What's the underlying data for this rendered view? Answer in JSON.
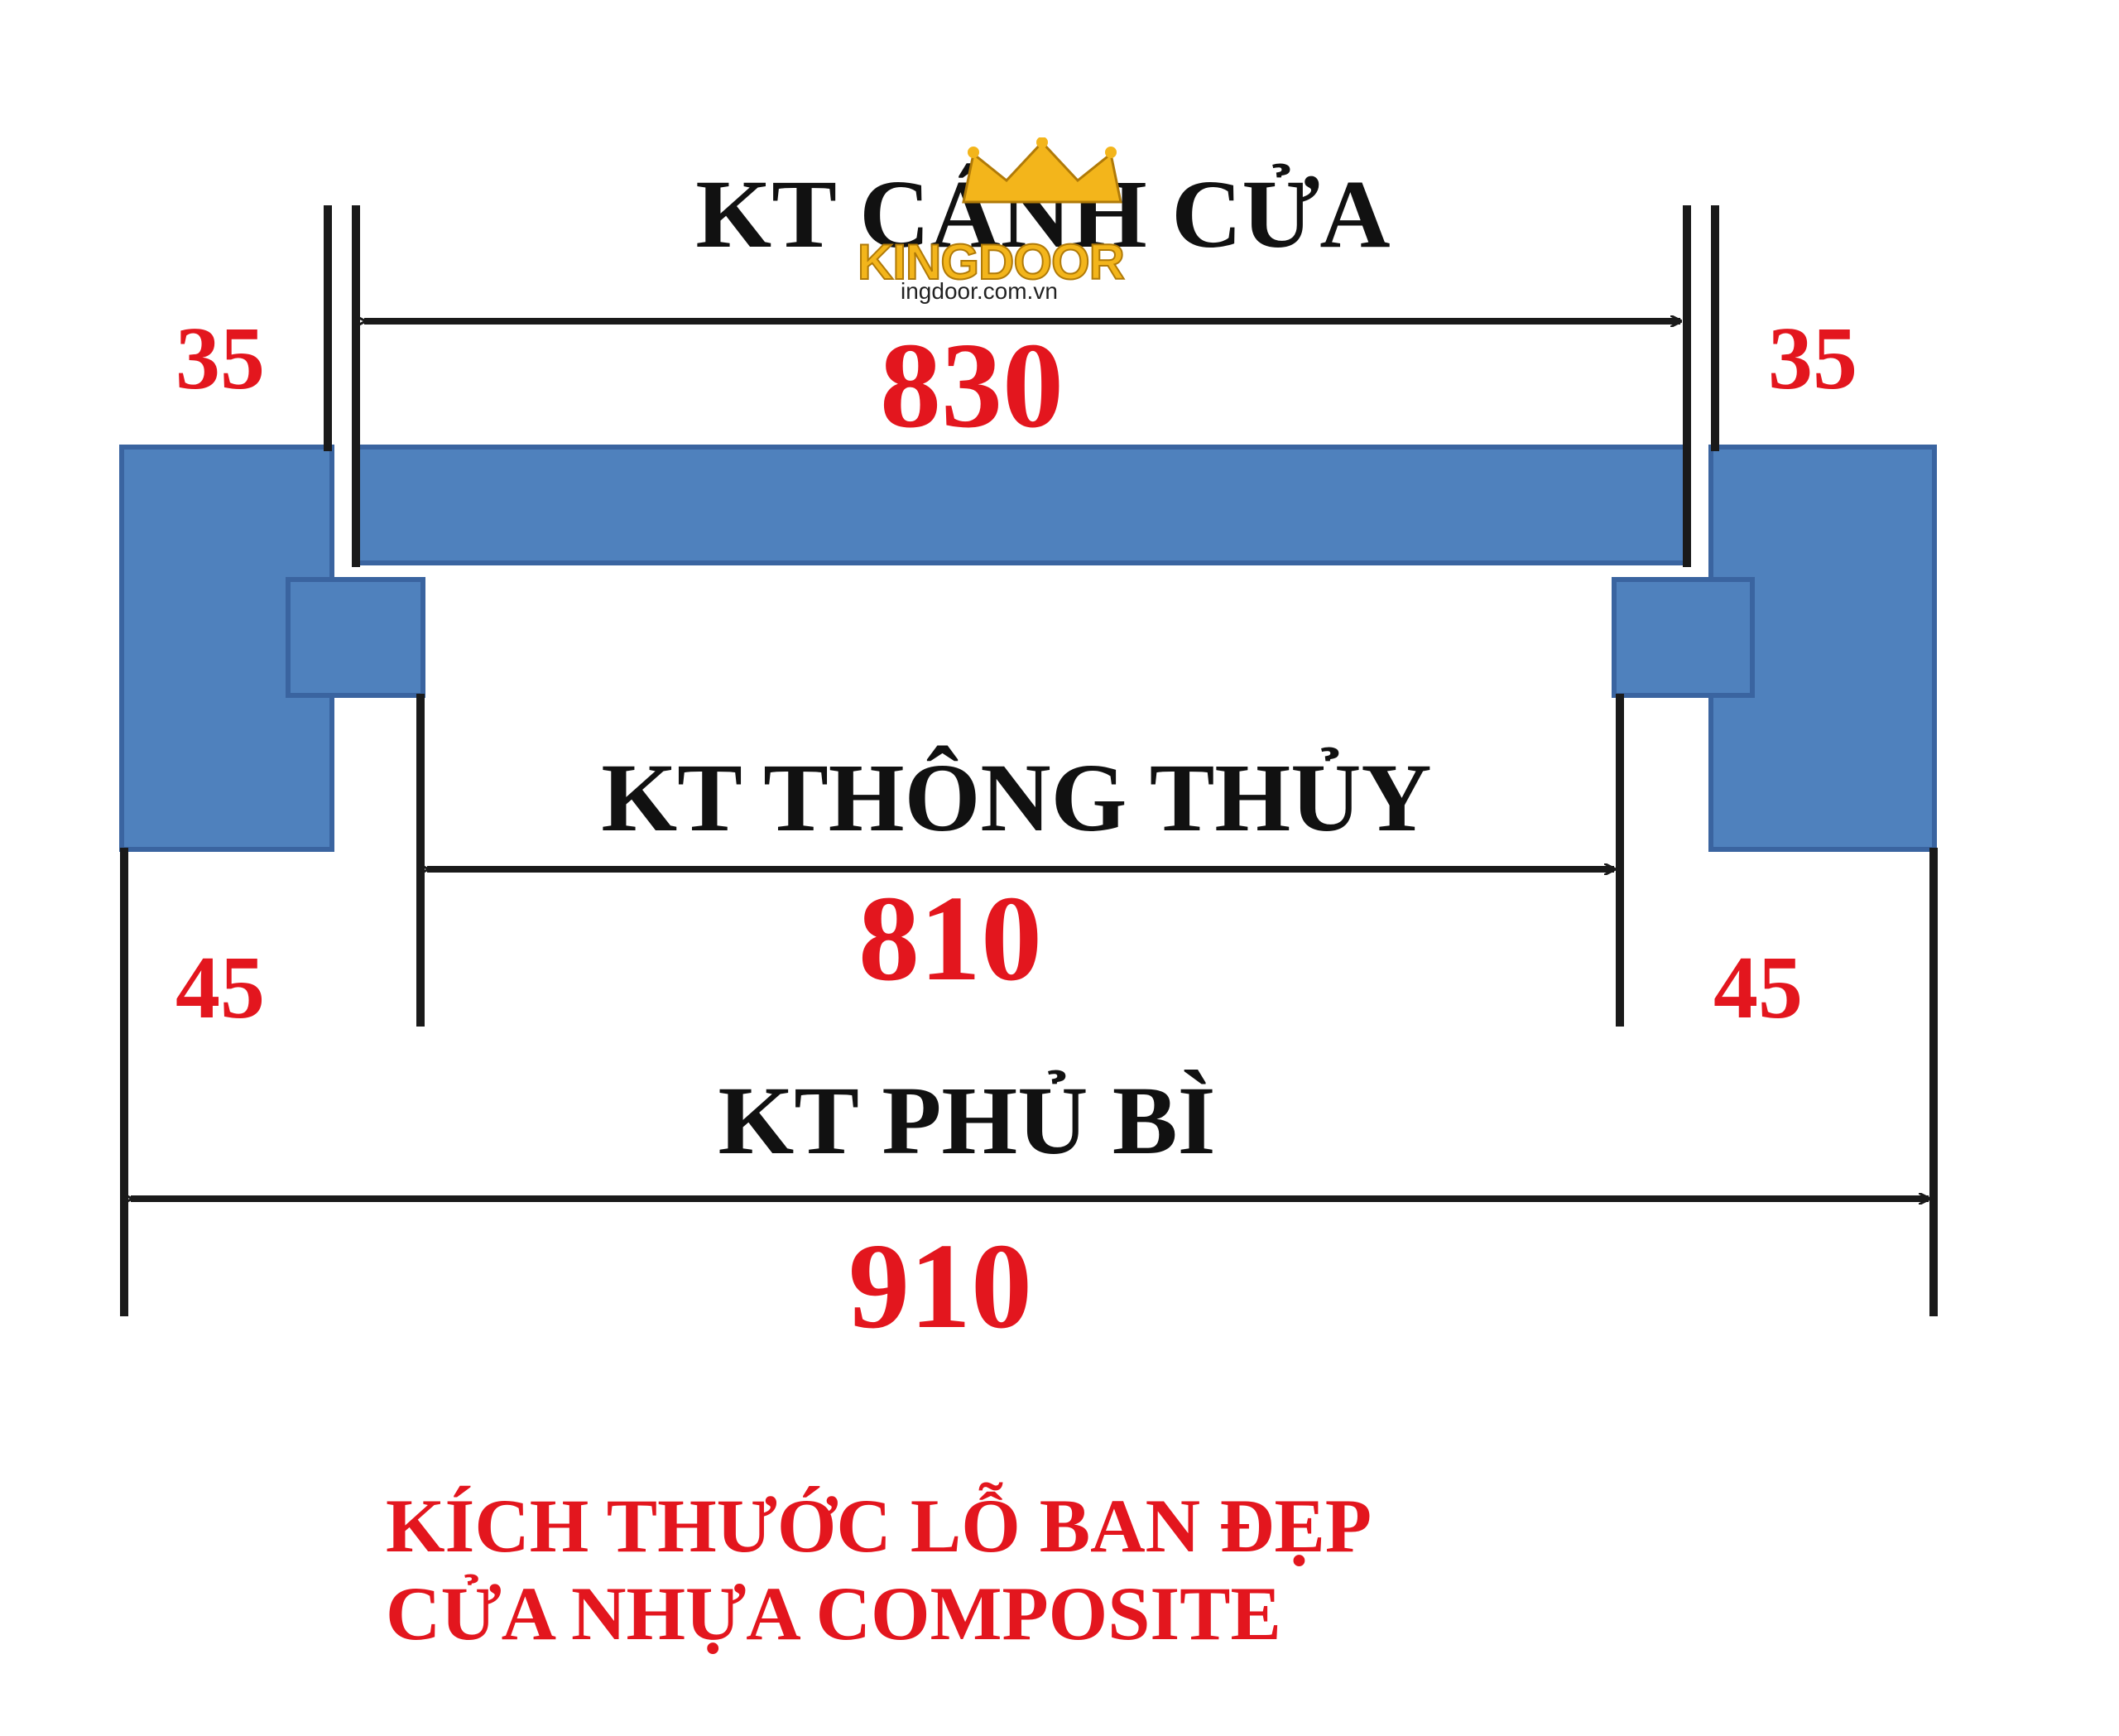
{
  "diagram": {
    "colors": {
      "profile": "#4f81bd",
      "profile_edge": "#3a64a0",
      "line": "#1a1a1a",
      "label_red": "#e3161e",
      "label_black": "#111111",
      "logo_gold": "#f3b51b"
    },
    "door_leaf": {
      "heading": "KT CÁNH CỬA",
      "value": "830"
    },
    "clear_opening": {
      "heading": "KT THÔNG THỦY",
      "value": "810"
    },
    "overall": {
      "heading": "KT PHỦ BÌ",
      "value": "910"
    },
    "left": {
      "rebate": "35",
      "jamb": "45"
    },
    "right": {
      "rebate": "35",
      "jamb": "45"
    },
    "logo": {
      "brand": "KINGDOOR",
      "url": "ingdoor.com.vn",
      "icon": "crown-icon"
    }
  },
  "caption": {
    "line1": "KÍCH THƯỚC LỖ BAN ĐẸP",
    "line2": "CỬA NHỰA COMPOSITE"
  }
}
